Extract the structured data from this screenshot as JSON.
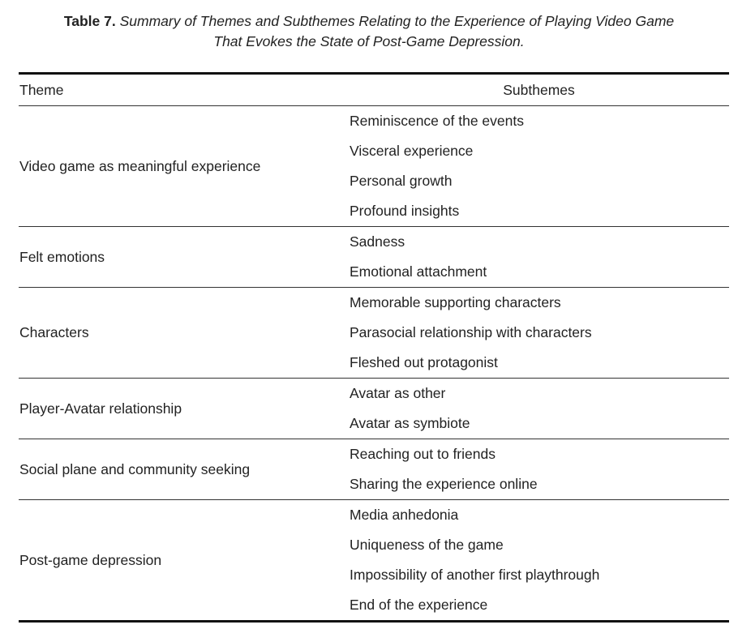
{
  "caption": {
    "label": "Table 7.",
    "title_line1": "Summary of Themes and Subthemes Relating to the Experience of Playing Video Game",
    "title_line2": "That Evokes the State of Post-Game Depression."
  },
  "table": {
    "headers": {
      "theme": "Theme",
      "subthemes": "Subthemes"
    },
    "rows": [
      {
        "theme": "Video game as meaningful experience",
        "subthemes": [
          "Reminiscence of the events",
          "Visceral experience",
          "Personal growth",
          "Profound insights"
        ]
      },
      {
        "theme": "Felt emotions",
        "subthemes": [
          "Sadness",
          "Emotional attachment"
        ]
      },
      {
        "theme": "Characters",
        "subthemes": [
          "Memorable supporting characters",
          "Parasocial relationship with characters",
          "Fleshed out protagonist"
        ]
      },
      {
        "theme": "Player-Avatar relationship",
        "subthemes": [
          "Avatar as other",
          "Avatar as symbiote"
        ]
      },
      {
        "theme": "Social plane and community seeking",
        "subthemes": [
          "Reaching out to friends",
          "Sharing the experience online"
        ]
      },
      {
        "theme": "Post-game depression",
        "subthemes": [
          "Media anhedonia",
          "Uniqueness of the game",
          "Impossibility of another first playthrough",
          "End of the experience"
        ]
      }
    ]
  }
}
